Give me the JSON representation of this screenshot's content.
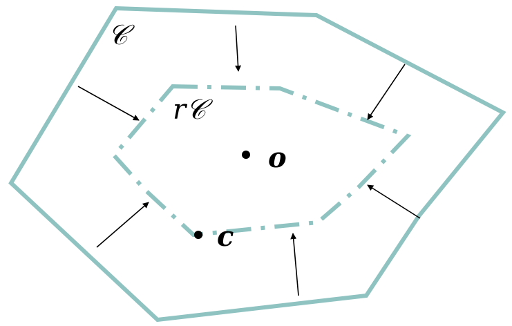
{
  "labels": {
    "outer_set": "𝒞",
    "inner_set": "r𝒞",
    "center_point": "o",
    "point_c": "c"
  },
  "colors": {
    "polygon": "#8fc3c1",
    "arrows": "#000000",
    "points": "#000000",
    "background": "#ffffff"
  }
}
